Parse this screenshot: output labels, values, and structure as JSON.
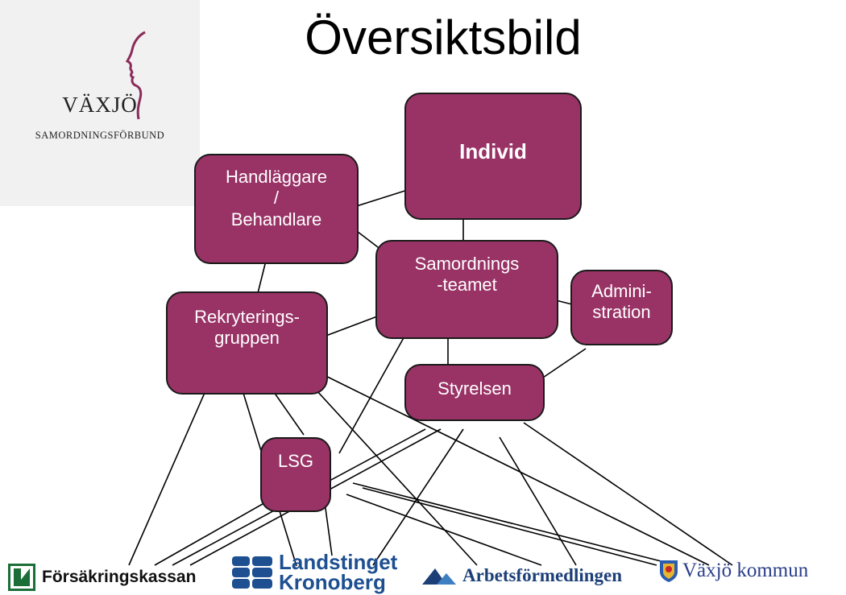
{
  "logo": {
    "name": "VÄXJÖ",
    "subtitle": "SAMORDNINGSFÖRBUND"
  },
  "title": "Översiktsbild",
  "boxes": {
    "individ": "Individ",
    "handlaggare": "Handläggare\n/\nBehandlare",
    "samordningsteamet": "Samordnings\n-teamet",
    "administration": "Admini-\nstration",
    "rekryteringsgruppen": "Rekryterings-\ngruppen",
    "styrelsen": "Styrelsen",
    "lsg": "LSG"
  },
  "organizations": {
    "forsakringskassan": "Försäkringskassan",
    "landstinget_line1": "Landstinget",
    "landstinget_line2": "Kronoberg",
    "arbetsformedlingen": "Arbetsförmedlingen",
    "vaxjo_kommun": "Växjö kommun"
  },
  "colors": {
    "box_fill": "#993366",
    "box_border": "#1a1a1a",
    "box_text": "#ffffff"
  }
}
